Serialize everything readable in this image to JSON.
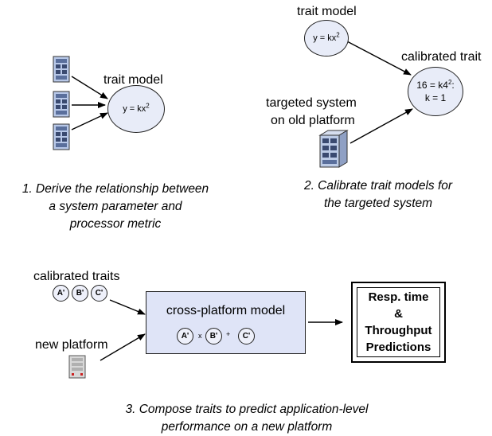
{
  "panel1": {
    "model_label": "trait model",
    "equation": "y = kx",
    "equation_exp": "2",
    "caption": [
      "1. Derive the relationship between",
      "a system parameter and",
      "processor metric"
    ]
  },
  "panel2": {
    "model_label": "trait model",
    "equation": "y = kx",
    "equation_exp": "2",
    "calibrated_label": "calibrated trait",
    "calibrated_eq_line1": "16 = k4",
    "calibrated_eq_exp": "2",
    "calibrated_eq_colon": ":",
    "calibrated_eq_line2": "k = 1",
    "system_label_line1": "targeted system",
    "system_label_line2": "on old platform",
    "caption": [
      "2. Calibrate trait models for",
      "the targeted system"
    ]
  },
  "panel3": {
    "traits_label": "calibrated traits",
    "traits": [
      "A'",
      "B'",
      "C'"
    ],
    "platform_label": "new platform",
    "model_title": "cross-platform model",
    "formula_ops": [
      "x",
      "+"
    ],
    "output_lines": [
      "Resp. time",
      "&",
      "Throughput",
      "Predictions"
    ],
    "caption": [
      "3. Compose traits to predict application-level",
      "performance on a new platform"
    ]
  }
}
